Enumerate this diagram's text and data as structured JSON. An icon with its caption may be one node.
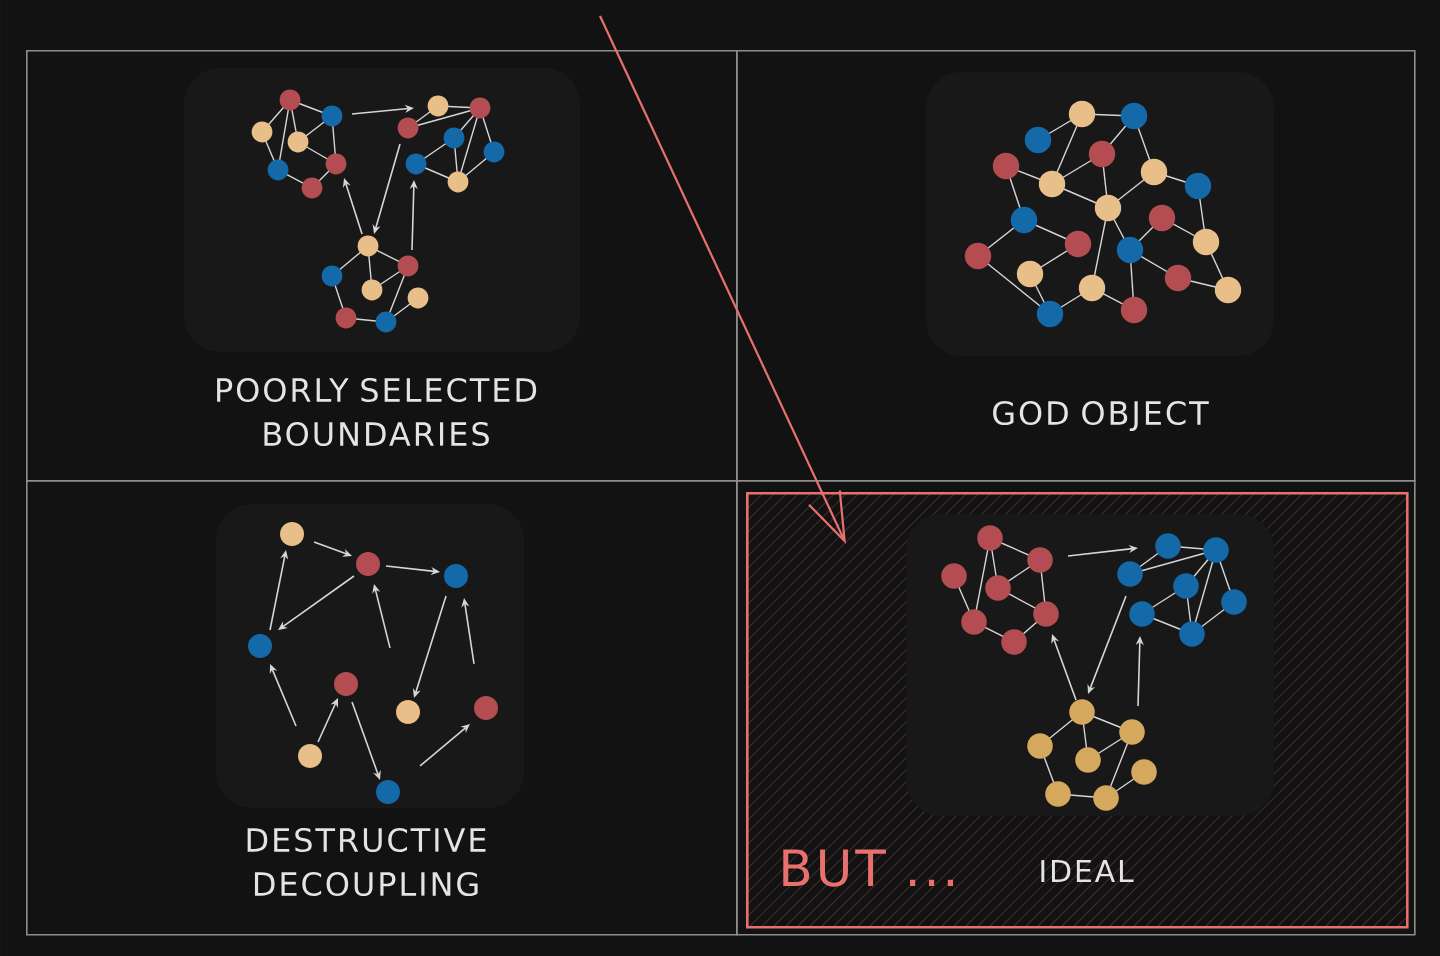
{
  "diagram": {
    "nodes": [
      {
        "text": [
          "POORLY SELECTED BOUNDARIES"
        ]
      },
      {
        "text": [
          "GOD OBJECT"
        ]
      },
      {
        "text": [
          "DESTRUCTIVE DECOUPLING"
        ]
      },
      {
        "text": [],
        "shape": "box"
      },
      {
        "text": [
          "BUT ...",
          "IDEAL"
        ],
        "in": 3
      }
    ],
    "edges": [
      {
        "from": null,
        "to": 4,
        "arrow": "to",
        "color": "#e8716f"
      }
    ]
  }
}
